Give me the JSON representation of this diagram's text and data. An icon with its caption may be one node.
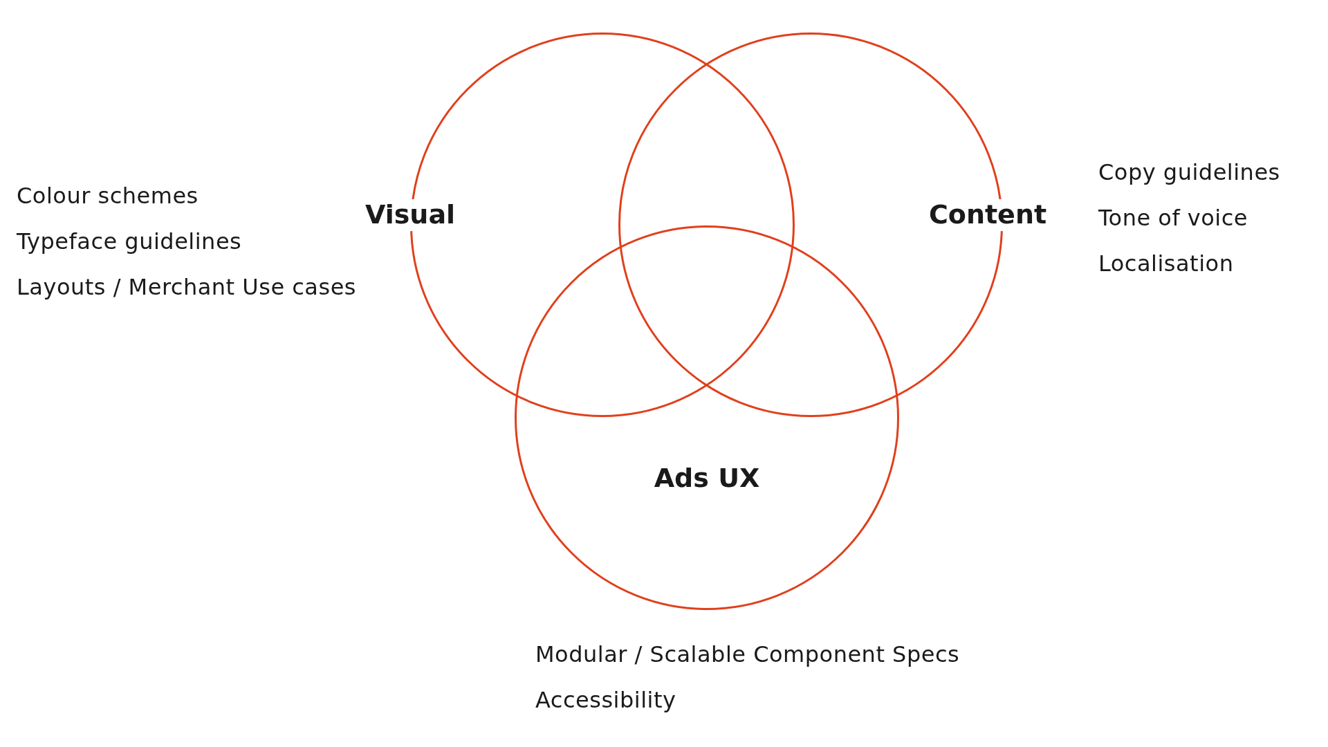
{
  "diagram": {
    "nodes": [
      {
        "text": [
          "Visual"
        ],
        "beside": [
          "Colour schemes",
          "Typeface guidelines",
          "Layouts / Merchant Use cases"
        ]
      },
      {
        "text": [
          "Content"
        ],
        "beside": [
          "Copy guidelines",
          "Tone of voice",
          "Localisation"
        ]
      },
      {
        "text": [
          "Ads UX"
        ],
        "beside": [
          "Modular / Scalable Component Specs",
          "Accessibility"
        ]
      }
    ]
  }
}
